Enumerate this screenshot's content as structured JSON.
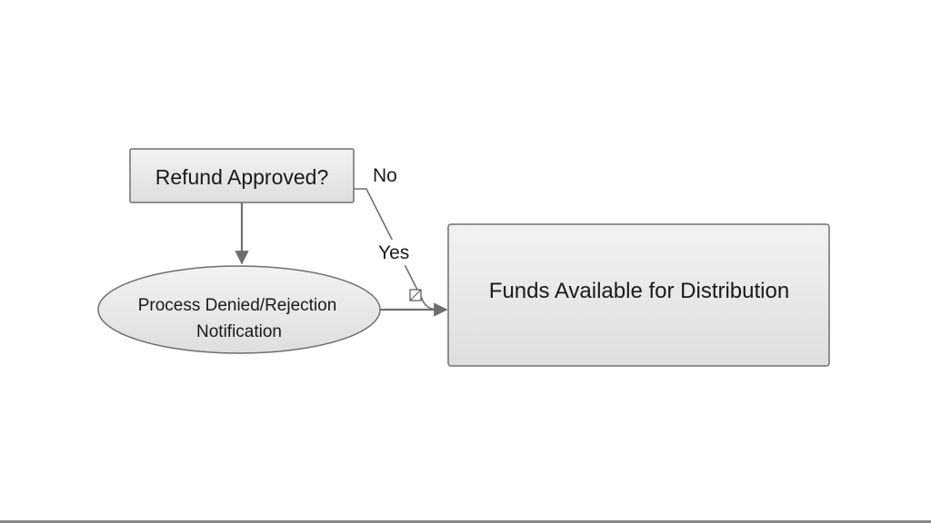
{
  "diagram": {
    "nodes": {
      "decision": {
        "label": "Refund Approved?"
      },
      "rejection": {
        "line1": "Process Denied/Rejection",
        "line2": "Notification"
      },
      "funds": {
        "label": "Funds Available for Distribution"
      }
    },
    "edges": {
      "no_label": "No",
      "yes_label": "Yes"
    },
    "colors": {
      "box_fill_top": "#f2f2f2",
      "box_fill_bottom": "#dedede",
      "stroke": "#6f6f6f",
      "text": "#1a1a1a"
    }
  }
}
